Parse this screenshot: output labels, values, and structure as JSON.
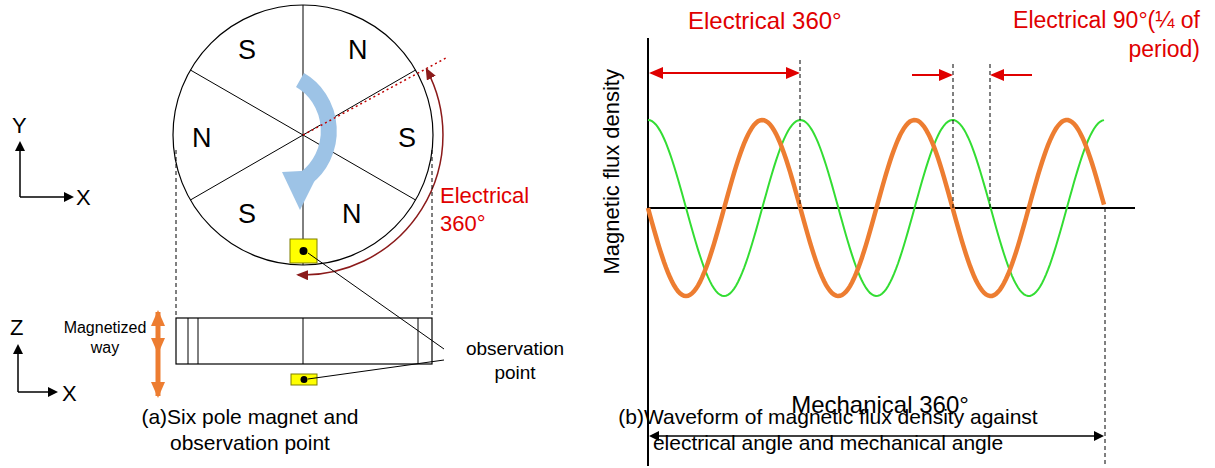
{
  "diagram": {
    "labels": [
      "Y",
      "X",
      "Z",
      "X",
      "S",
      "N",
      "N",
      "S",
      "S",
      "N",
      "Electrical 360°",
      "Magnetized way",
      "observation point",
      "(a)Six pole magnet and observation point",
      "Magnetic flux density",
      "Electrical 360°",
      "Electrical 90°(¼ of period)",
      "Mechanical 360°",
      "(b)Waveform of magnetic flux density against electrical angle and mechanical angle"
    ]
  }
}
